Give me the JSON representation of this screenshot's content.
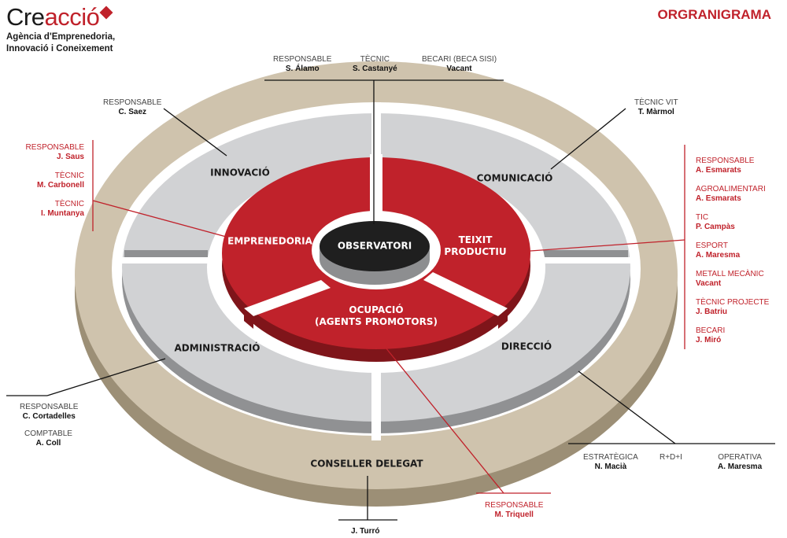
{
  "logo": {
    "brand_a": "Cre",
    "brand_b": "acció",
    "line1": "Agència d'Emprenedoria,",
    "line2": "Innovació i Coneixement"
  },
  "page_title": "ORGRANIGRAMA",
  "rings": {
    "center": "OBSERVATORI",
    "inner": {
      "emprenedoria": "EMPRENEDORIA",
      "teixit_1": "TEIXIT",
      "teixit_2": "PRODUCTIU",
      "ocupacio_1": "OCUPACIÓ",
      "ocupacio_2": "(AGENTS PROMOTORS)"
    },
    "middle": {
      "innovacio": "INNOVACIÓ",
      "comunicacio": "COMUNICACIÓ",
      "administracio": "ADMINISTRACIÓ",
      "direccio": "DIRECCIÓ"
    },
    "outer": "CONSELLER DELEGAT"
  },
  "top_team": [
    {
      "role": "RESPONSABLE",
      "name": "S. Álamo"
    },
    {
      "role": "TÈCNIC",
      "name": "S. Castanyé"
    },
    {
      "role": "BECARI (BECA SISI)",
      "name": "Vacant"
    }
  ],
  "innovacio_team": {
    "role": "RESPONSABLE",
    "name": "C. Saez"
  },
  "comunicacio_team": {
    "role": "TÈCNIC VIT",
    "name": "T. Màrmol"
  },
  "emprenedoria_team": [
    {
      "role": "RESPONSABLE",
      "name": "J. Saus"
    },
    {
      "role": "TÈCNIC",
      "name": "M. Carbonell"
    },
    {
      "role": "TÈCNIC",
      "name": "I. Muntanya"
    }
  ],
  "teixit_team": [
    {
      "role": "RESPONSABLE",
      "name": "A. Esmarats"
    },
    {
      "role": "AGROALIMENTARI",
      "name": "A. Esmarats"
    },
    {
      "role": "TIC",
      "name": "P. Campàs"
    },
    {
      "role": "ESPORT",
      "name": "A. Maresma"
    },
    {
      "role": "METALL MECÀNIC",
      "name": "Vacant"
    },
    {
      "role": "TÈCNIC PROJECTE",
      "name": "J. Batriu"
    },
    {
      "role": "BECARI",
      "name": "J. Miró"
    }
  ],
  "administracio_team": [
    {
      "role": "RESPONSABLE",
      "name": "C. Cortadelles"
    },
    {
      "role": "COMPTABLE",
      "name": "A. Coll"
    }
  ],
  "direccio_team": [
    {
      "role": "ESTRATÈGICA",
      "name": "N. Macià"
    },
    {
      "role": "R+D+I",
      "name": ""
    },
    {
      "role": "OPERATIVA",
      "name": "A. Maresma"
    }
  ],
  "ocupacio_team": {
    "role": "RESPONSABLE",
    "name": "M. Triquell"
  },
  "conseller_team": {
    "name": "J. Turró"
  },
  "colors": {
    "accent_red": "#c0222b",
    "ring_gray": "#d1d2d4",
    "ring_outer": "#cfc3ad",
    "center": "#1f1f1f"
  }
}
